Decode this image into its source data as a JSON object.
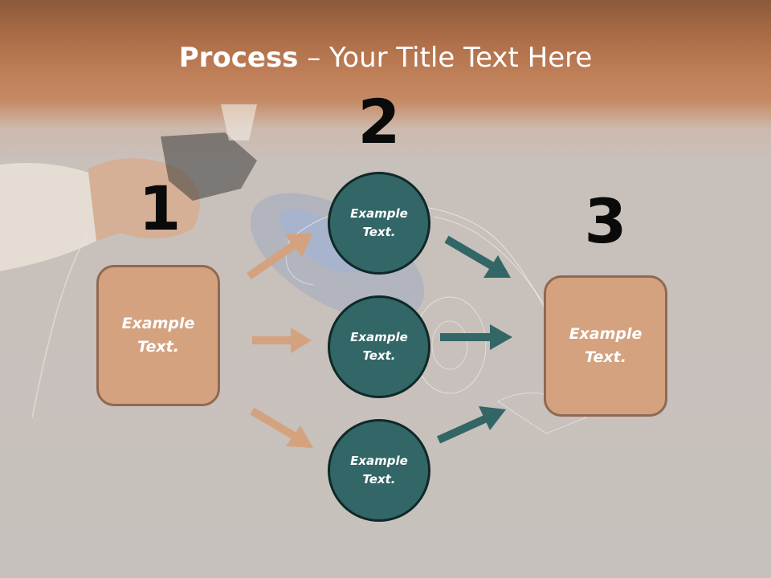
{
  "title": {
    "bold": "Process",
    "rest": " – Your Title Text Here"
  },
  "steps": {
    "one": "1",
    "two": "2",
    "three": "3"
  },
  "left_box": {
    "line1": "Example",
    "line2": "Text."
  },
  "right_box": {
    "line1": "Example",
    "line2": "Text."
  },
  "circles": [
    {
      "line1": "Example",
      "line2": "Text."
    },
    {
      "line1": "Example",
      "line2": "Text."
    },
    {
      "line1": "Example",
      "line2": "Text."
    }
  ],
  "colors": {
    "box_fill": "#d4a27f",
    "box_border": "#8f6a51",
    "circle_fill": "#336666",
    "circle_border": "#0f2828",
    "arrow_tan": "#d4a27f",
    "arrow_teal": "#336666",
    "header_brown": "#c08059"
  }
}
